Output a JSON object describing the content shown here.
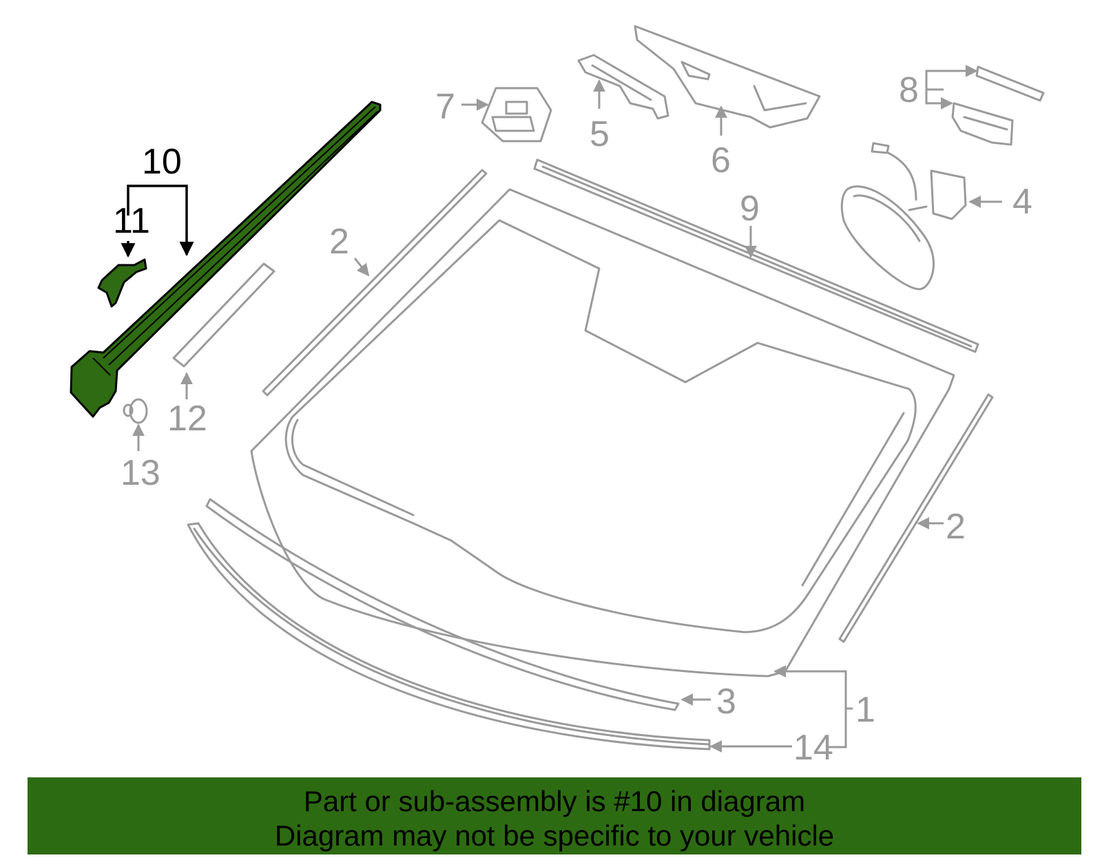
{
  "diagram": {
    "highlight_color": "#2d6b12",
    "part_color": "#9a9a9a",
    "callouts": {
      "c1": "1",
      "c2a": "2",
      "c2b": "2",
      "c3": "3",
      "c4": "4",
      "c5": "5",
      "c6": "6",
      "c7": "7",
      "c8": "8",
      "c9": "9",
      "c10": "10",
      "c11": "11",
      "c12": "12",
      "c13": "13",
      "c14": "14"
    },
    "highlighted_part": "10"
  },
  "banner": {
    "line1": "Part or sub-assembly is #10 in diagram",
    "line2": "Diagram may not be specific to your vehicle"
  }
}
